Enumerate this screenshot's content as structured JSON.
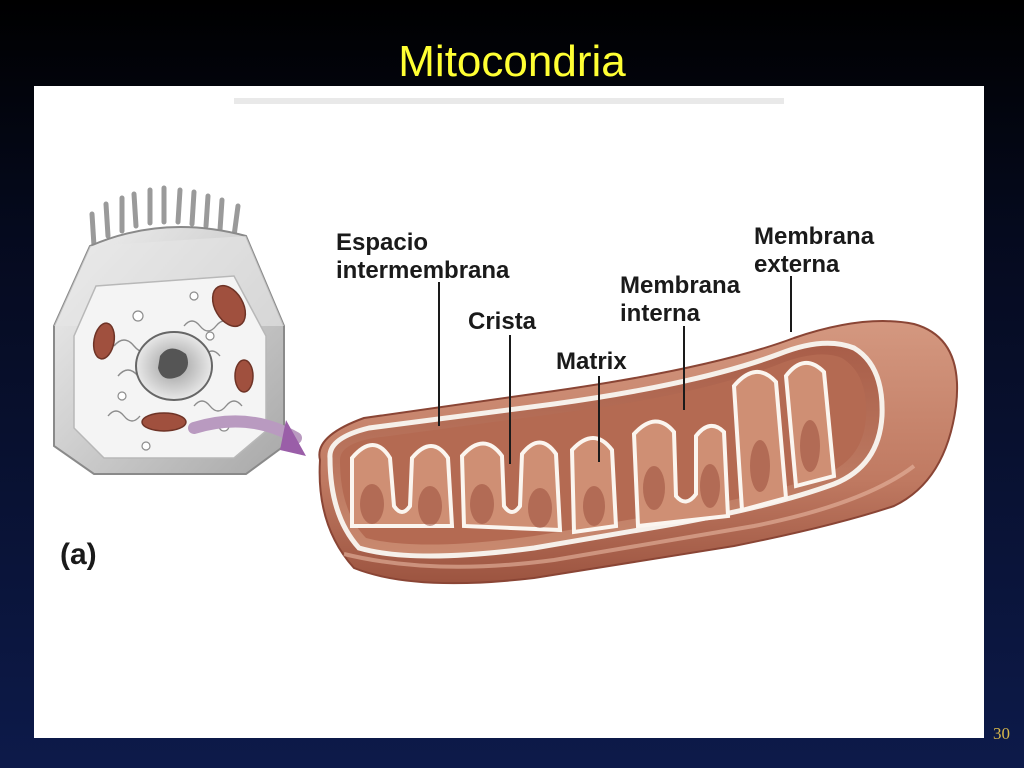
{
  "slide": {
    "title": "Mitocondria",
    "page_number": "30"
  },
  "figure": {
    "panel_letter": "(a)",
    "labels": {
      "intermembrane_line1": "Espacio",
      "intermembrane_line2": "intermembrana",
      "crista": "Crista",
      "matrix": "Matrix",
      "inner_line1": "Membrana",
      "inner_line2": "interna",
      "outer_line1": "Membrana",
      "outer_line2": "externa"
    }
  },
  "colors": {
    "title": "#ffff33",
    "page_number": "#d8b84a",
    "mito_fill": "#b86f58",
    "mito_dark": "#8a4535",
    "mito_light": "#e6b7a3",
    "cell_gray": "#cfcfcf",
    "arrow": "#9a5ea8"
  }
}
